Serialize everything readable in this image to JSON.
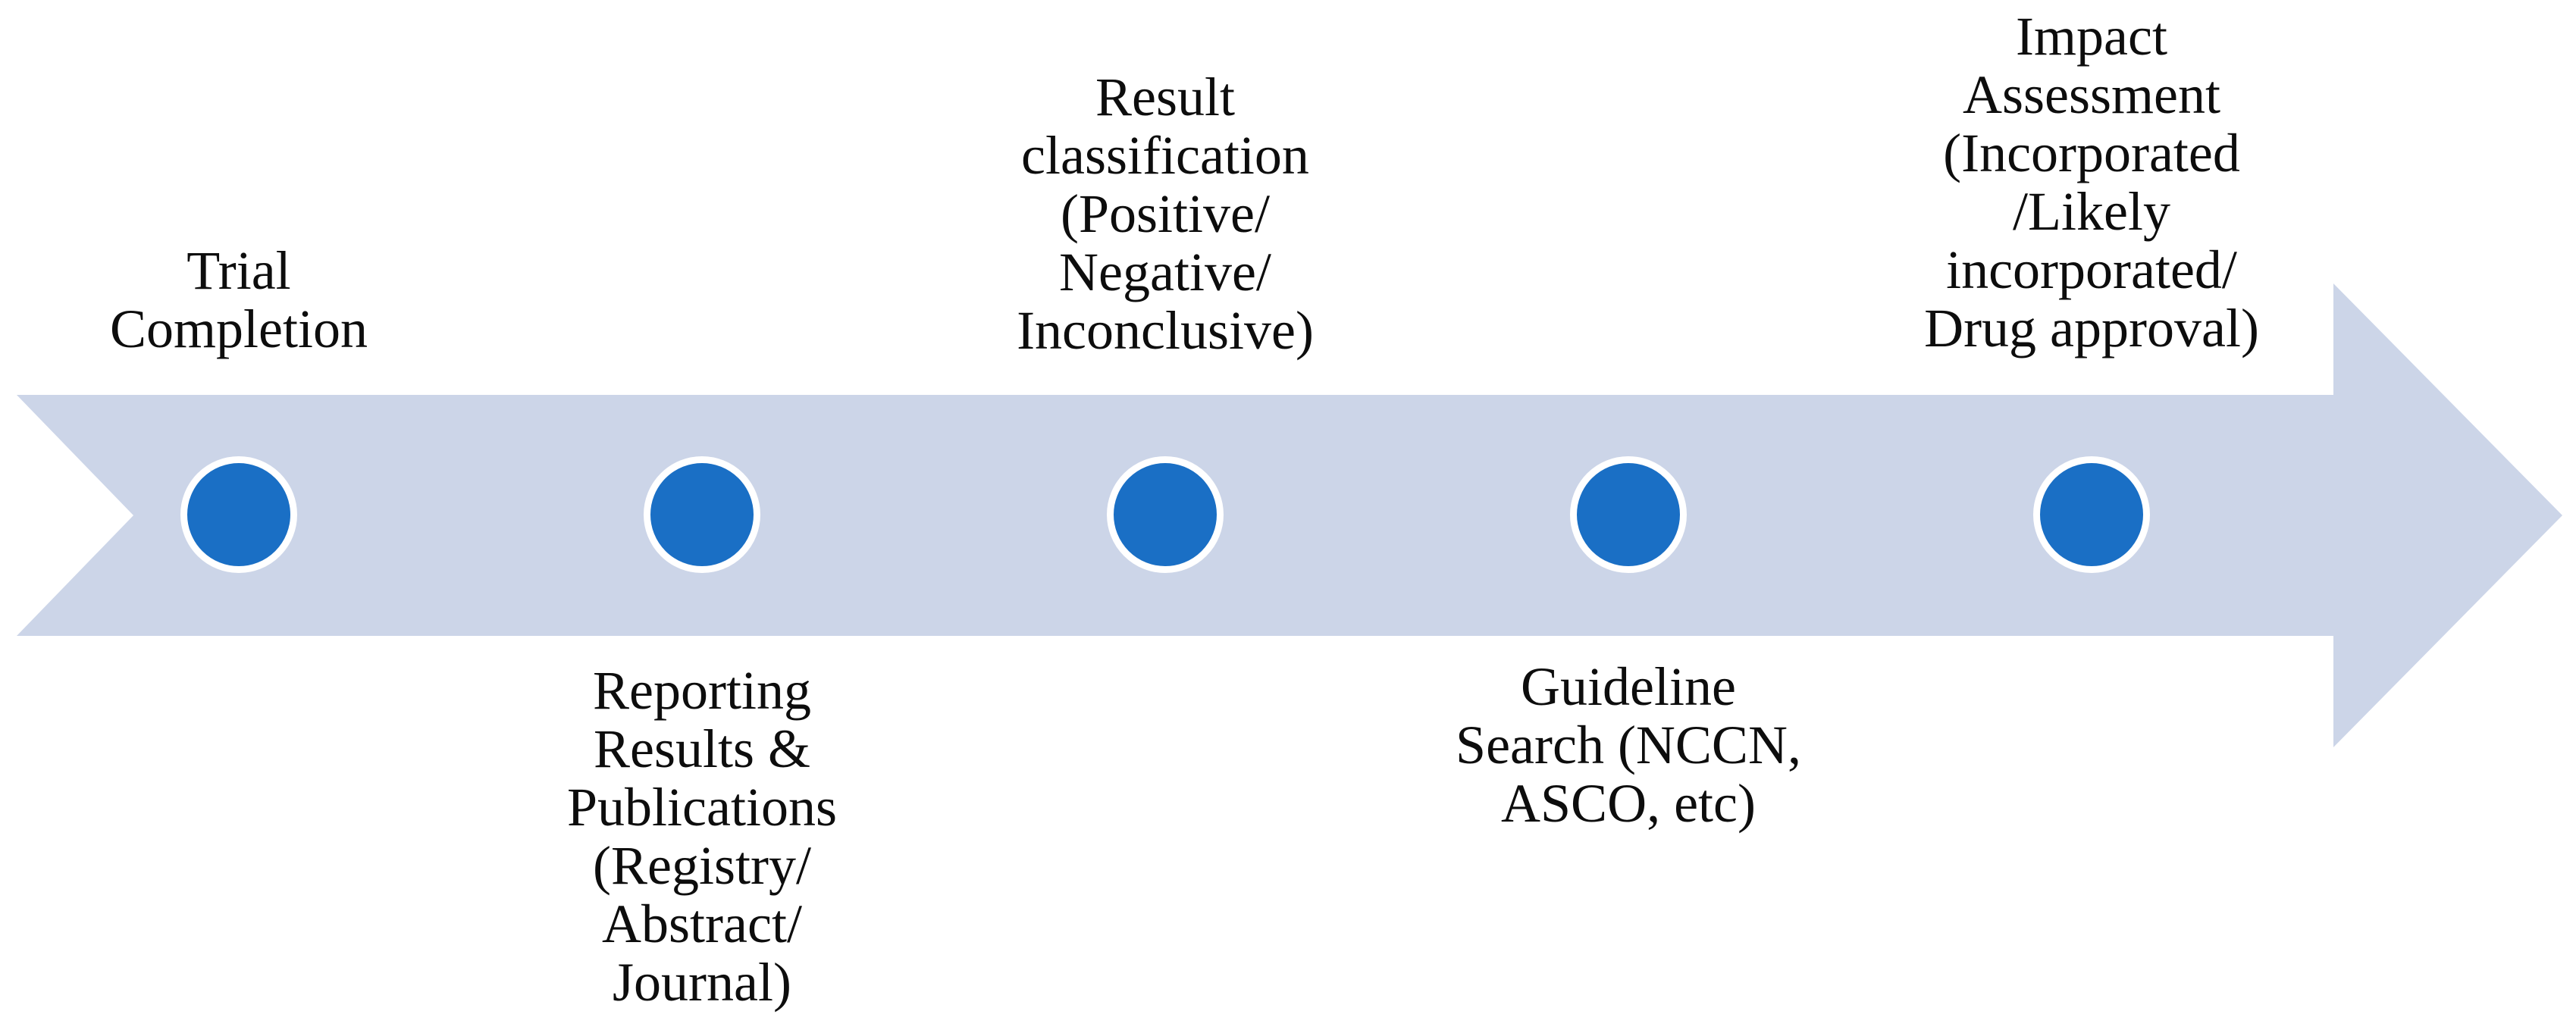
{
  "colors": {
    "band": "#ccd5e8",
    "marker": "#1a6fc5",
    "marker_ring": "#ffffff",
    "text": "#0d0d0d",
    "background": "#ffffff"
  },
  "diagram": {
    "type": "process-timeline-arrow",
    "direction": "right",
    "stages": [
      {
        "name": "trial-completion",
        "label_position": "above",
        "label_lines": [
          "Trial",
          "Completion"
        ]
      },
      {
        "name": "reporting-results-publications",
        "label_position": "below",
        "label_lines": [
          "Reporting",
          "Results &",
          "Publications",
          "(Registry/",
          "Abstract/",
          "Journal)"
        ]
      },
      {
        "name": "result-classification",
        "label_position": "above",
        "label_lines": [
          "Result",
          "classification",
          "(Positive/",
          "Negative/",
          "Inconclusive)"
        ]
      },
      {
        "name": "guideline-search",
        "label_position": "below",
        "label_lines": [
          "Guideline",
          "Search (NCCN,",
          "ASCO, etc)"
        ]
      },
      {
        "name": "impact-assessment",
        "label_position": "above",
        "label_lines": [
          "Impact",
          "Assessment",
          "(Incorporated",
          "/Likely",
          "incorporated/",
          "Drug approval)"
        ]
      }
    ]
  }
}
